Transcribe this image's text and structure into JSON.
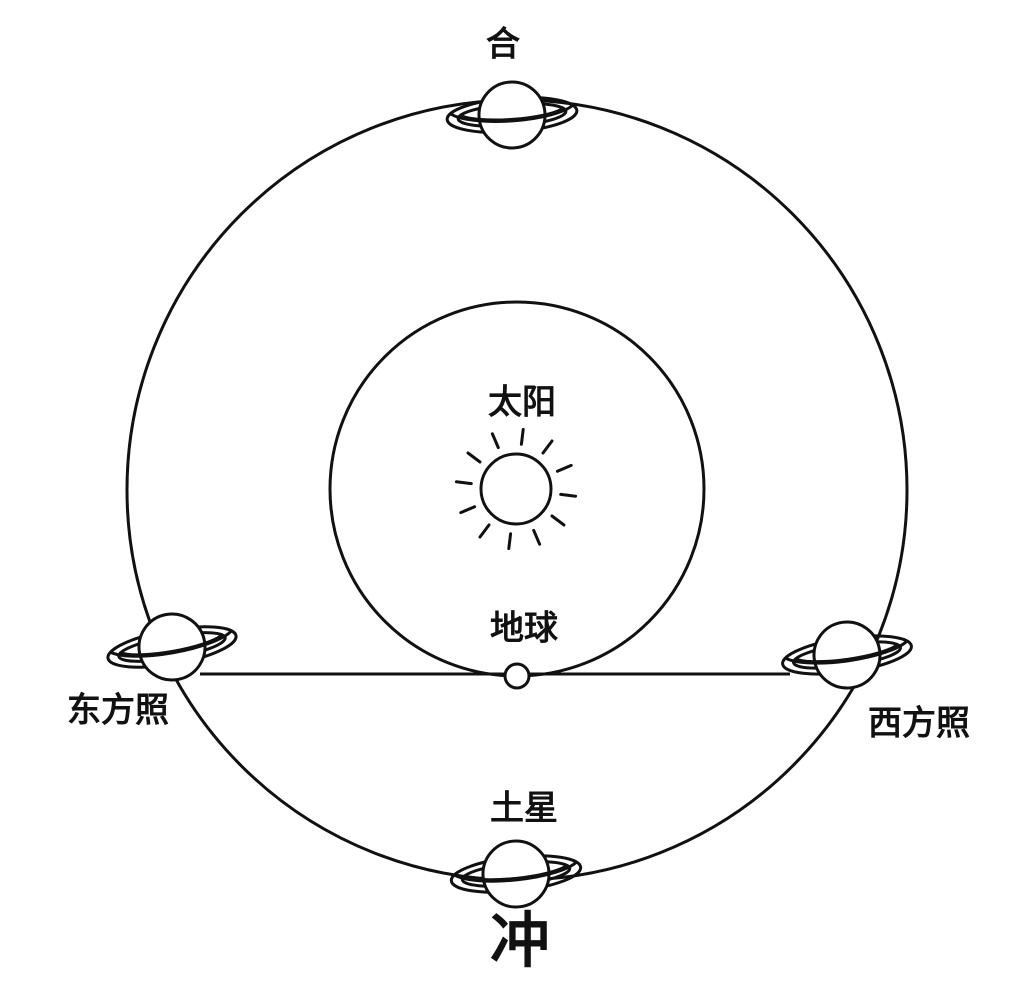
{
  "labels": {
    "conjunction": "合",
    "sun": "太阳",
    "earth": "地球",
    "eastern_quadrature": "东方照",
    "western_quadrature": "西方照",
    "saturn": "土星",
    "opposition": "冲"
  },
  "icons": {
    "sun": "sun-icon",
    "earth": "earth-icon",
    "planet": "saturn-icon"
  },
  "colors": {
    "ink": "#111111",
    "background": "#ffffff"
  }
}
